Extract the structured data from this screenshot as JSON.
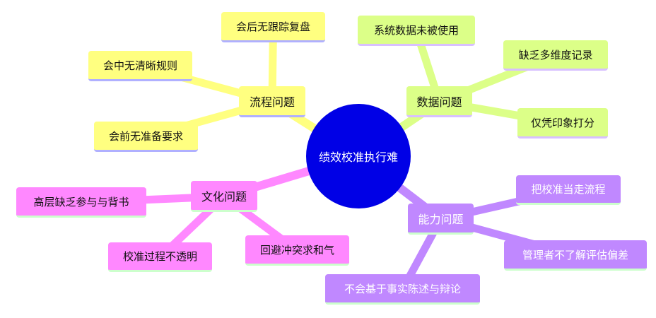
{
  "center": {
    "label": "绩效校准执行难",
    "color": "#0000e6"
  },
  "branches": [
    {
      "id": "process",
      "label": "流程问题",
      "color": "#ffff80",
      "underline": "#b0b0ff",
      "text_color": "#111111",
      "children": [
        "会后无跟踪复盘",
        "会中无清晰规则",
        "会前无准备要求"
      ]
    },
    {
      "id": "data",
      "label": "数据问题",
      "color": "#dcff88",
      "underline": "#d8c0ff",
      "text_color": "#111111",
      "children": [
        "系统数据未被使用",
        "缺乏多维度记录",
        "仅凭印象打分"
      ]
    },
    {
      "id": "culture",
      "label": "文化问题",
      "color": "#ff88ff",
      "underline": "#ccffcc",
      "text_color": "#111111",
      "children": [
        "高层缺乏参与与背书",
        "校准过程不透明",
        "回避冲突求和气"
      ]
    },
    {
      "id": "ability",
      "label": "能力问题",
      "color": "#c088ff",
      "underline": "#ccffcc",
      "text_color": "#ffffff",
      "children": [
        "把校准当走流程",
        "管理者不了解评估偏差",
        "不会基于事实陈述与辩论"
      ]
    }
  ]
}
